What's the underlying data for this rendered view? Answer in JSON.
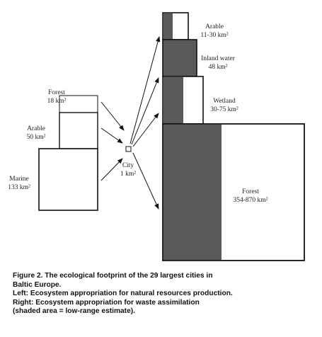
{
  "left": {
    "forest": {
      "name": "Forest",
      "value": "18 km²"
    },
    "arable": {
      "name": "Arable",
      "value": "50 km²"
    },
    "marine": {
      "name": "Marine",
      "value": "133 km²"
    }
  },
  "city": {
    "name": "City",
    "value": "1 km²"
  },
  "right": {
    "arable": {
      "name": "Arable",
      "value": "11-30 km²"
    },
    "inland_water": {
      "name": "Inland water",
      "value": "48 km²"
    },
    "wetland": {
      "name": "Wetland",
      "value": "30-75 km²"
    },
    "forest": {
      "name": "Forest",
      "value": "354-870 km²"
    }
  },
  "caption": {
    "line1": "Figure 2. The ecological footprint of the 29 largest cities in",
    "line2": "Baltic Europe.",
    "line3": "Left: Ecosystem appropriation for natural resources production.",
    "line4": "Right: Ecosystem appropriation for waste assimilation",
    "line5": "(shaded area = low-range estimate)."
  },
  "colors": {
    "shade": "#5a5a5a",
    "outline": "#111111"
  }
}
